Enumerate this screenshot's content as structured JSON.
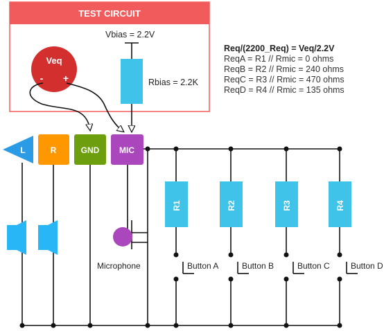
{
  "test_circuit": {
    "title": "TEST CIRCUIT"
  },
  "veq": {
    "label": "Veq",
    "minus": "-",
    "plus": "+"
  },
  "vbias": {
    "label": "Vbias = 2.2V"
  },
  "rbias": {
    "label": "Rbias = 2.2K"
  },
  "equations": {
    "line1": "Req/(2200_Req) = Veq/2.2V",
    "line2": "ReqA = R1 // Rmic = 0 ohms",
    "line3": "ReqB = R2 // Rmic = 240 ohms",
    "line4": "ReqC = R3 // Rmic = 470 ohms",
    "line5": "ReqD = R4 // Rmic = 135 ohms"
  },
  "connectors": {
    "l": {
      "label": "L",
      "color": "#2b9be6"
    },
    "r": {
      "label": "R",
      "color": "#ff9800"
    },
    "gnd": {
      "label": "GND",
      "color": "#6d9e0e"
    },
    "mic": {
      "label": "MIC",
      "color": "#ab47bc"
    }
  },
  "resistors": [
    {
      "label": "R1"
    },
    {
      "label": "R2"
    },
    {
      "label": "R3"
    },
    {
      "label": "R4"
    }
  ],
  "buttons": [
    {
      "label": "Button A"
    },
    {
      "label": "Button B"
    },
    {
      "label": "Button C"
    },
    {
      "label": "Button D"
    }
  ],
  "microphone": {
    "label": "Microphone"
  },
  "colors": {
    "header_red": "#f25b5b",
    "veq_red": "#d32f2f",
    "resistor_blue": "#3fc3e8",
    "speaker_blue": "#29b6f6",
    "mic_purple": "#ab47bc"
  }
}
